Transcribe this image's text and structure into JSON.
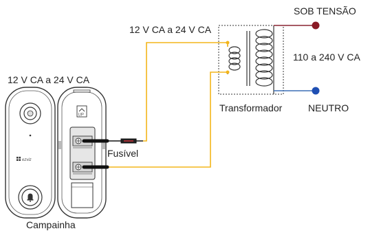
{
  "labels": {
    "voltage_top": "12 V CA a 24 V CA",
    "voltage_left": "12 V CA a 24 V CA",
    "live": "SOB TENSÃO",
    "mains": "110 a 240 V CA",
    "transformer": "Transformador",
    "neutral": "NEUTRO",
    "fuse": "Fusível",
    "doorbell": "Campainha",
    "brand": "ezviz",
    "up": "UP"
  },
  "colors": {
    "yellow_wire": "#f3b51a",
    "black_wire": "#111111",
    "live_wire": "#8a2430",
    "live_terminal": "#8a1a25",
    "neutral_wire": "#3b6fb5",
    "neutral_terminal": "#1f4fb3",
    "outline": "#333333"
  }
}
